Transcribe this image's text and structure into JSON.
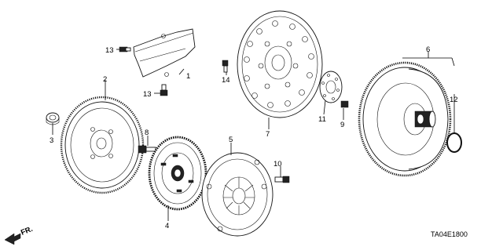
{
  "diagram": {
    "code": "TA04E1800",
    "direction_label": "FR.",
    "callouts": [
      "1",
      "2",
      "3",
      "4",
      "5",
      "6",
      "7",
      "8",
      "9",
      "10",
      "11",
      "12",
      "13",
      "13",
      "14"
    ]
  }
}
